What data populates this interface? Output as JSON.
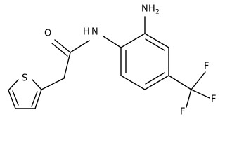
{
  "labels": {
    "oxygen": "O",
    "nitrogen_amide": "N",
    "hydrogen_amide": "H",
    "nitrogen_amine": "N",
    "hydrogen_amine": "H",
    "amine_subscript": "2",
    "sulfur": "S",
    "fluorine_top": "F",
    "fluorine_right": "F",
    "fluorine_bottom": "F"
  },
  "colors": {
    "bond": "#000000",
    "label": "#000000",
    "background": "#ffffff"
  }
}
